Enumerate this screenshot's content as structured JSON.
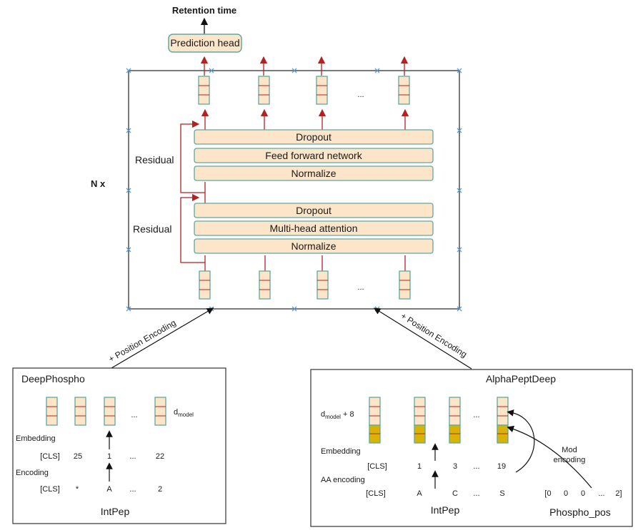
{
  "top": {
    "retention_time": "Retention time",
    "prediction_head": "Prediction head"
  },
  "transformer": {
    "n_x": "N x",
    "ellipsis_top": "...",
    "ellipsis_bottom": "...",
    "residual_upper": "Residual",
    "residual_lower": "Residual",
    "upper_block": [
      "Dropout",
      "Feed forward network",
      "Normalize"
    ],
    "lower_block": [
      "Dropout",
      "Multi-head attention",
      "Normalize"
    ]
  },
  "connectors": {
    "left_label": "+ Position Encoding",
    "right_label": "+ Position Encoding"
  },
  "deepphospho": {
    "title": "DeepPhospho",
    "ellipsis": "...",
    "d_model": "d",
    "d_model_sub": "model",
    "embedding_label": "Embedding",
    "encoding_label": "Encoding",
    "embedding_values": [
      "[CLS]",
      "25",
      "1",
      "...",
      "22"
    ],
    "encoding_values": [
      "[CLS]",
      "*",
      "A",
      "...",
      "2"
    ],
    "footer": "IntPep"
  },
  "alphapeptdeep": {
    "title": "AlphaPeptDeep",
    "ellipsis": "...",
    "d_model": "d",
    "d_model_sub": "model",
    "d_model_suffix": " + 8",
    "embedding_label": "Embedding",
    "encoding_label": "AA encoding",
    "embedding_values": [
      "[CLS]",
      "1",
      "3",
      "...",
      "19"
    ],
    "encoding_values": [
      "[CLS]",
      "A",
      "C",
      "...",
      "S"
    ],
    "phospho_values": [
      "[0",
      "0",
      "0",
      "...",
      "2]"
    ],
    "mod_encoding": [
      "Mod",
      "encoding"
    ],
    "footer_left": "IntPep",
    "footer_right": "Phospho_pos"
  },
  "colors": {
    "block_fill": "#fce5c8",
    "block_stroke": "#5fa8a0",
    "arrow_red": "#b22222",
    "cross_blue": "#5b9bd5",
    "yellow": "#d8b400"
  }
}
